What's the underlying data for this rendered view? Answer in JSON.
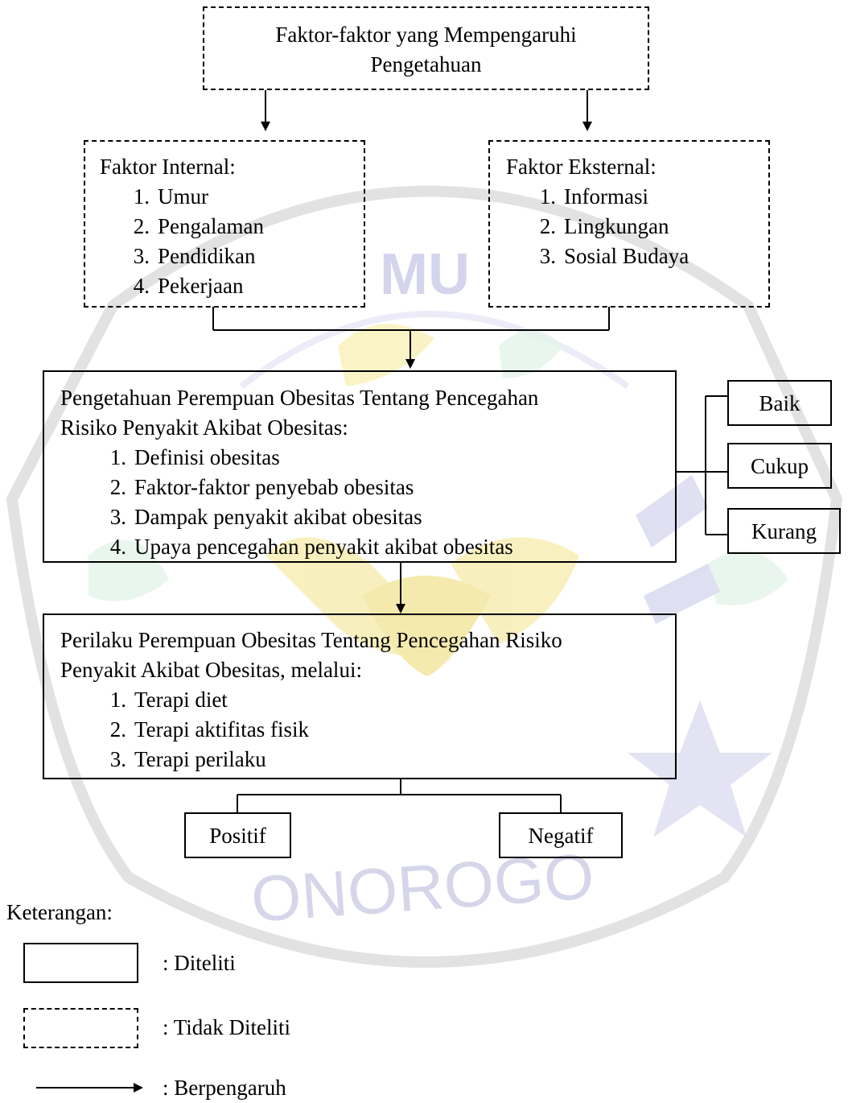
{
  "top_box": {
    "line1": "Faktor-faktor yang Mempengaruhi",
    "line2": "Pengetahuan"
  },
  "internal": {
    "title": "Faktor Internal:",
    "items": [
      "Umur",
      "Pengalaman",
      "Pendidikan",
      "Pekerjaan"
    ]
  },
  "external": {
    "title": "Faktor Eksternal:",
    "items": [
      "Informasi",
      "Lingkungan",
      "Sosial Budaya"
    ]
  },
  "knowledge": {
    "line1": "Pengetahuan Perempuan Obesitas Tentang Pencegahan",
    "line2": "Risiko Penyakit Akibat Obesitas:",
    "items": [
      "Definisi obesitas",
      "Faktor-faktor penyebab obesitas",
      "Dampak penyakit akibat obesitas",
      "Upaya pencegahan penyakit akibat obesitas"
    ]
  },
  "categories": {
    "baik": "Baik",
    "cukup": "Cukup",
    "kurang": "Kurang"
  },
  "behavior": {
    "line1": "Perilaku Perempuan Obesitas Tentang Pencegahan Risiko",
    "line2": "Penyakit Akibat Obesitas, melalui:",
    "items": [
      "Terapi diet",
      "Terapi aktifitas fisik",
      "Terapi perilaku"
    ]
  },
  "outcomes": {
    "positive": "Positif",
    "negative": "Negatif"
  },
  "legend": {
    "title": "Keterangan:",
    "studied": ": Diteliti",
    "not_studied": ": Tidak Diteliti",
    "influence": ": Berpengaruh"
  },
  "watermark": {
    "top_text": "MU",
    "bottom_text": "ONOROGO",
    "color": "#d4d4ec"
  }
}
